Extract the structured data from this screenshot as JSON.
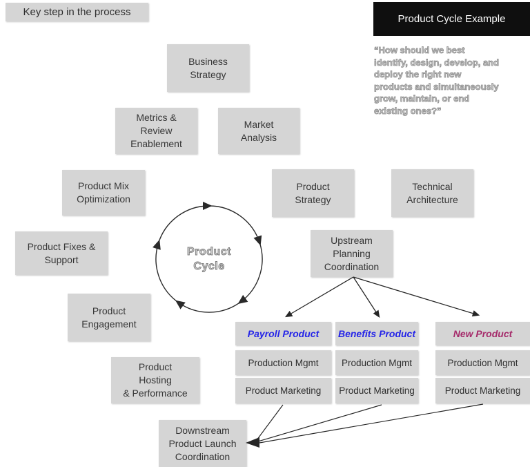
{
  "legend": {
    "label": "Key step in the process"
  },
  "example": {
    "title": "Product Cycle Example",
    "quote": "“How should we best\nidentify, design, develop, and\ndeploy the right new\nproducts and simultaneously\ngrow, maintain, or end\nexisting ones?”"
  },
  "cycle": {
    "label": "Product\nCycle"
  },
  "steps": [
    {
      "label": "Business\nStrategy"
    },
    {
      "label": "Metrics &\nReview\nEnablement"
    },
    {
      "label": "Market\nAnalysis"
    },
    {
      "label": "Product Mix\nOptimization"
    },
    {
      "label": "Product\nStrategy"
    },
    {
      "label": "Technical\nArchitecture"
    },
    {
      "label": "Product Fixes &\nSupport"
    },
    {
      "label": "Upstream\nPlanning\nCoordination"
    },
    {
      "label": "Product\nEngagement"
    },
    {
      "label": "Product\nHosting\n& Performance"
    },
    {
      "label": "Downstream\nProduct Launch\nCoordination"
    }
  ],
  "table": {
    "columns": [
      {
        "header": "Payroll Product",
        "color": "#2424e8",
        "rows": [
          "Production Mgmt",
          "Product Marketing"
        ]
      },
      {
        "header": "Benefits Product",
        "color": "#2424e8",
        "rows": [
          "Production Mgmt",
          "Product Marketing"
        ]
      },
      {
        "header": "New Product",
        "color": "#a52a6a",
        "rows": [
          "Production Mgmt",
          "Product Marketing"
        ]
      }
    ]
  },
  "colors": {
    "node_fill": "#d5d5d5",
    "title_bg": "#0f0f0f",
    "arrow": "#262626",
    "payroll_blue": "#2424e8",
    "new_product_magenta": "#a52a6a"
  }
}
